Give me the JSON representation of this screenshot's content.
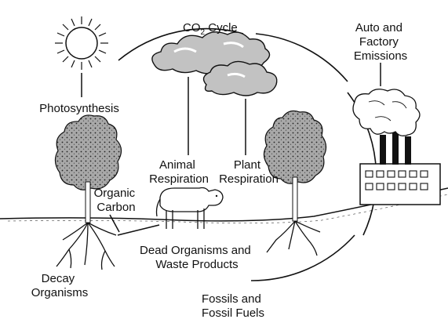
{
  "labels": {
    "cycle_title_prefix": "CO",
    "cycle_title_sub": "2",
    "cycle_title_suffix": " Cycle",
    "emissions_line1": "Auto and",
    "emissions_line2": "Factory",
    "emissions_line3": "Emissions",
    "photosynthesis": "Photosynthesis",
    "animal_line1": "Animal",
    "animal_line2": "Respiration",
    "plant_line1": "Plant",
    "plant_line2": "Respiration",
    "organic_line1": "Organic",
    "organic_line2": "Carbon",
    "dead_line1": "Dead Organisms and",
    "dead_line2": "Waste Products",
    "decay_line1": "Decay",
    "decay_line2": "Organisms",
    "fossils_line1": "Fossils and",
    "fossils_line2": "Fossil Fuels"
  },
  "colors": {
    "ink": "#111111",
    "cloud_fill": "#bdbdbd",
    "tree_fill": "#a8a8a8",
    "ground": "#e6e6e6"
  },
  "icons": [
    "sun-icon",
    "cloud-icon",
    "tree-icon",
    "cow-icon",
    "factory-icon",
    "smoke-icon"
  ]
}
